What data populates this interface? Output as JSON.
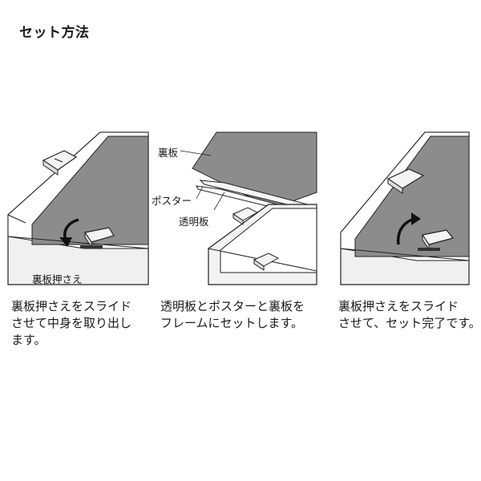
{
  "title": "セット方法",
  "panels": {
    "p1_label": "裏板押さえ",
    "p2_labels": {
      "back_board": "裏板",
      "poster": "ポスター",
      "clear_board": "透明板"
    }
  },
  "steps": [
    {
      "lines": [
        "裏板押さえをスライド",
        "させて中身を取り出し",
        "ます。"
      ]
    },
    {
      "lines": [
        "透明板とポスターと裏板を",
        "フレームにセットします。"
      ]
    },
    {
      "lines": [
        "裏板押さえをスライド",
        "させて、セット完了です。"
      ]
    }
  ],
  "colors": {
    "board": "#8c8c8c",
    "frame": "#eeeeee",
    "line": "#222222"
  },
  "icons": [
    "slide-arrow-icon",
    "clip-icon"
  ]
}
